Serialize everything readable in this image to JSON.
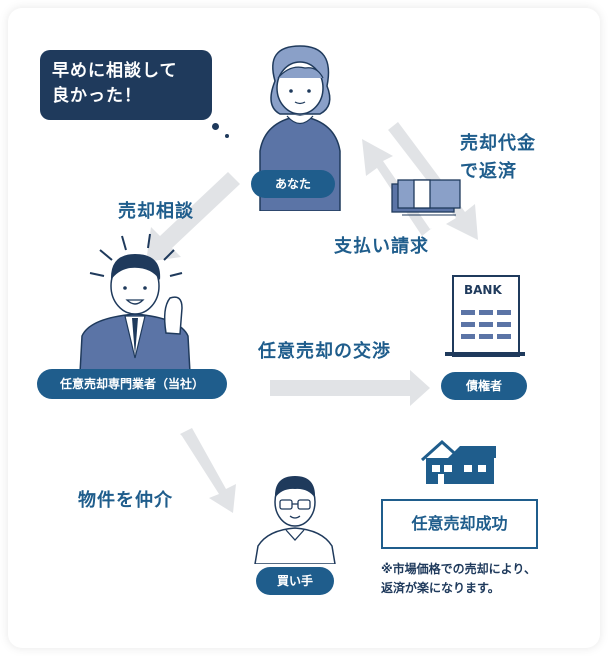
{
  "speech_bubble": {
    "line1": "早めに相談して",
    "line2": "良かった！"
  },
  "nodes": {
    "you": "あなた",
    "agent": "任意売却専門業者（当社）",
    "bank": "債権者",
    "buyer": "買い手",
    "bank_sign": "BANK"
  },
  "arrows": {
    "repay": {
      "line1": "売却代金",
      "line2": "で返済"
    },
    "consult": "売却相談",
    "request": "支払い請求",
    "negotiate": "任意売却の交渉",
    "broker": "物件を仲介"
  },
  "result": {
    "title": "任意売却成功",
    "note_line1": "※市場価格での売却により、",
    "note_line2": "返済が楽になります。"
  },
  "colors": {
    "primary": "#1f5d8c",
    "dark": "#1f3a5c",
    "arrow": "#e1e3e6",
    "figure": "#5b74a6"
  }
}
